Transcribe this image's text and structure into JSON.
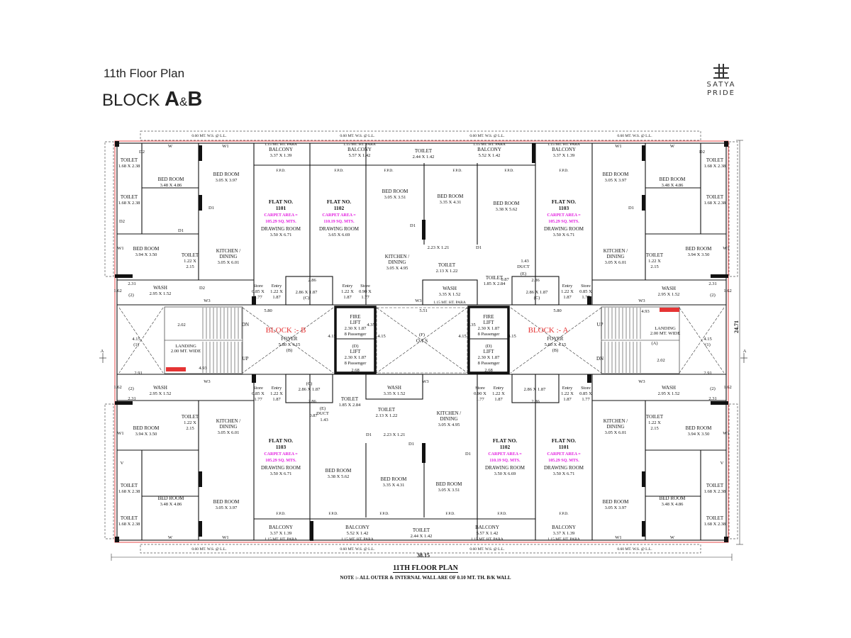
{
  "header": {
    "floor_title": "11th Floor Plan",
    "block_prefix": "BLOCK ",
    "block_a": "A",
    "amp": "&",
    "block_b": "B"
  },
  "logo": {
    "line1": "SATYA",
    "line2": "PRIDE",
    "icon": "satya-pride-logo"
  },
  "plan": {
    "title": "11TH FLOOR PLAN",
    "note": "NOTE :- ALL OUTER & INTERNAL WALL ARE OF 0.10 MT. TH. B/K WALL",
    "overall_width": "38.15",
    "overall_depth": "24.71",
    "blocks": {
      "left": "BLOCK :- B",
      "right": "BLOCK :- A"
    },
    "flats": {
      "carpet_label": "CARPET AREA =",
      "f1101": {
        "no": "FLAT NO.",
        "num": "1101",
        "area": "105.29 SQ. MTS."
      },
      "f1102": {
        "no": "FLAT NO.",
        "num": "1102",
        "area": "110.19 SQ. MTS."
      },
      "f1103": {
        "no": "FLAT NO.",
        "num": "1103",
        "area": "105.29 SQ. MTS."
      }
    },
    "rooms": {
      "toilet": "TOILET",
      "bedroom": "BED ROOM",
      "balcony": "BALCONY",
      "drawing": "DRAWING ROOM",
      "kitchen": "KITCHEN /",
      "dining": "DINING",
      "wash": "WASH",
      "store": "Store",
      "entry": "Entry",
      "foyer": "FOYER",
      "fire_lift": "FIRE",
      "lift": "LIFT",
      "passenger": "8 Passenger",
      "landing": "LANDING",
      "ots": "O.T.S",
      "duct": "DUCT",
      "fpd": "F.P.D.",
      "up": "UP",
      "dn": "DN",
      "ws": "0.60 MT. W.S. @ L.L.",
      "ht_para": "1.15 MT. HT. PARA"
    },
    "sizes": {
      "t168": "1.68 X 2.38",
      "b348": "3.48 X 4.86",
      "b305_397": "3.05 X 3.97",
      "b394": "3.94 X 3.50",
      "t122": "1.22 X",
      "t215": "2.15",
      "k305_601": "3.05 X 6.01",
      "d350_671": "3.50 X 6.71",
      "d365_669": "3.65 X 6.69",
      "d350_669": "3.50 X 6.69",
      "bal337": "3.37 X 1.39",
      "bal557": "5.57 X 1.42",
      "bal552": "5.52 X 1.42",
      "t244": "2.44 X 1.42",
      "b305_351": "3.05 X 3.51",
      "b335": "3.35 X 4.31",
      "b338": "3.38 X 5.62",
      "k305_495": "3.05 X 4.95",
      "t213": "2.13 X 1.22",
      "t185": "1.85 X 2.84",
      "w295": "2.95 X 1.52",
      "w335": "3.35 X 1.52",
      "s085": "0.85 X",
      "s177": "1.77",
      "s090": "0.90 X",
      "e122": "1.22 X",
      "e187": "1.87",
      "lift230": "2.30 X 1.87",
      "foyer": "5.80 X 4.15",
      "landing_w": "2.00 MT. WIDE",
      "p223": "2.23 X 1.21",
      "c286": "2.86 X 1.87"
    },
    "dims": {
      "d580": "5.80",
      "d551": "5.51",
      "d286": "2.86",
      "d415": "4.15",
      "d231": "2.31",
      "d162": "1.62",
      "d291": "2.91",
      "d493": "4.93",
      "d268": "2.68",
      "d143": "1.43",
      "d087": "0.87",
      "d435": "4.35",
      "d202": "2.02"
    },
    "marks": {
      "F": "(F)",
      "C": "(C)",
      "D": "(D)",
      "E": "(E)",
      "A": "(A)",
      "B": "(B)",
      "one": "(1)",
      "two": "(2)",
      "D1": "D1",
      "D2": "D2",
      "W": "W",
      "W1": "W1",
      "W3": "W3",
      "V": "V",
      "arrow_a": "A"
    }
  }
}
